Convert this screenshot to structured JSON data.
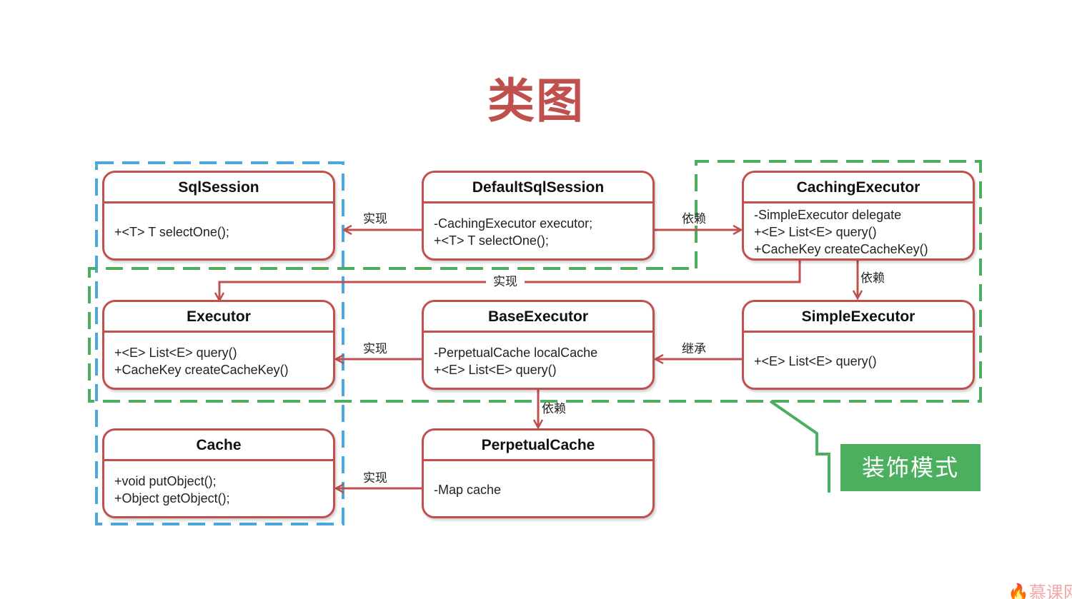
{
  "title": "类图",
  "classes": {
    "sql_session": {
      "name": "SqlSession",
      "members": [
        "+<T> T selectOne();"
      ]
    },
    "default_sql_session": {
      "name": "DefaultSqlSession",
      "members": [
        "-CachingExecutor executor;",
        "+<T> T selectOne();"
      ]
    },
    "caching_executor": {
      "name": "CachingExecutor",
      "members": [
        "-SimpleExecutor delegate",
        "+<E> List<E> query()",
        "+CacheKey createCacheKey()"
      ]
    },
    "executor": {
      "name": "Executor",
      "members": [
        "+<E> List<E> query()",
        "+CacheKey createCacheKey()"
      ]
    },
    "base_executor": {
      "name": "BaseExecutor",
      "members": [
        "-PerpetualCache localCache",
        "+<E> List<E> query()"
      ]
    },
    "simple_executor": {
      "name": "SimpleExecutor",
      "members": [
        "+<E> List<E> query()"
      ]
    },
    "cache": {
      "name": "Cache",
      "members": [
        "+void putObject();",
        "+Object getObject();"
      ]
    },
    "perpetual_cache": {
      "name": "PerpetualCache",
      "members": [
        "-Map cache"
      ]
    }
  },
  "relations": {
    "default_to_session": "实现",
    "default_to_caching": "依赖",
    "caching_to_executor": "实现",
    "caching_to_simple": "依赖",
    "base_to_executor": "实现",
    "simple_to_base": "继承",
    "base_to_perpetual": "依赖",
    "perpetual_to_cache": "实现"
  },
  "pattern_label": "装饰模式",
  "watermark": "慕课网",
  "colors": {
    "class_border": "#c0504d",
    "title": "#c0504d",
    "blue_group": "#4aa8dc",
    "green_group": "#4caf5f",
    "badge": "#4caf5f"
  }
}
